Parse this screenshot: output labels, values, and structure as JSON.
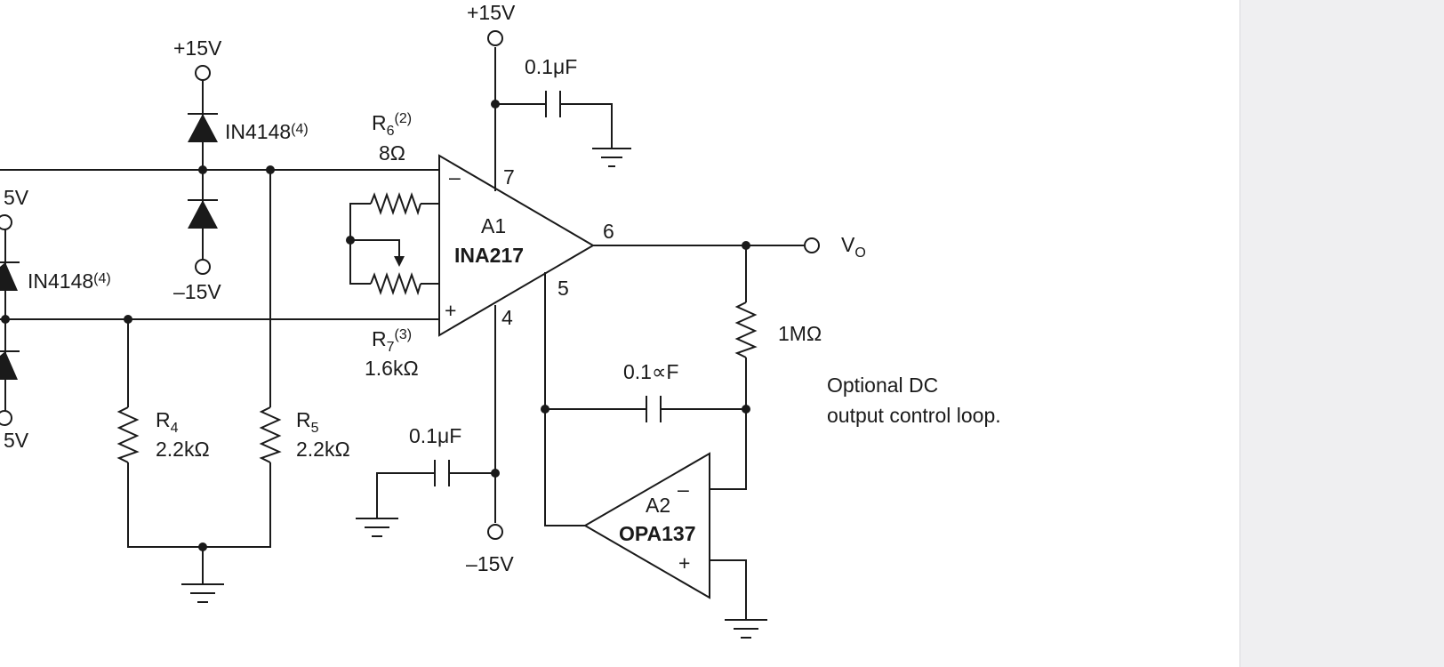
{
  "supplies": {
    "pos": "+15V",
    "neg": "–15V",
    "pos_edge": "5V",
    "neg_edge": "5V"
  },
  "a1": {
    "ref": "A1",
    "part": "INA217",
    "minus": "–",
    "plus": "+",
    "pin7": "7",
    "pin6": "6",
    "pin5": "5",
    "pin4": "4"
  },
  "a2": {
    "ref": "A2",
    "part": "OPA137",
    "minus": "–",
    "plus": "+"
  },
  "diodes": {
    "main": "IN4148",
    "note": "(4)"
  },
  "r6": {
    "base": "R",
    "sub": "6",
    "note": "(2)",
    "value": "8Ω"
  },
  "r7": {
    "base": "R",
    "sub": "7",
    "note": "(3)",
    "value": "1.6kΩ"
  },
  "r4": {
    "base": "R",
    "sub": "4",
    "value": "2.2kΩ"
  },
  "r5": {
    "base": "R",
    "sub": "5",
    "value": "2.2kΩ"
  },
  "r_fb": {
    "value": "1MΩ"
  },
  "caps": {
    "top": "0.1μF",
    "bottom": "0.1μF",
    "loop": "0.1∝F"
  },
  "output": {
    "base": "V",
    "sub": "O"
  },
  "annotation": {
    "line1": "Optional DC",
    "line2": "output control loop."
  }
}
